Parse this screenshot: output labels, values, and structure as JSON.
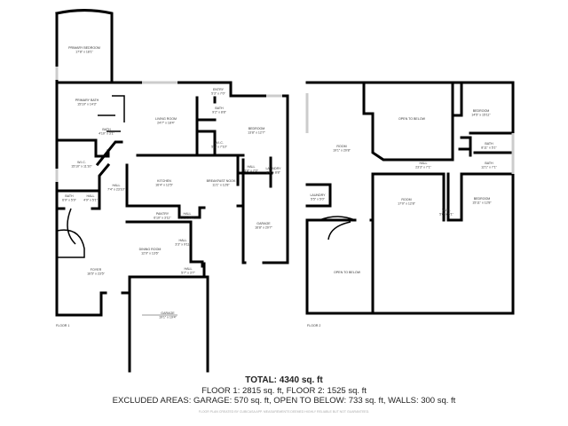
{
  "floor1": {
    "label": "FLOOR 1",
    "rooms": [
      {
        "name": "PRIMARY BEDROOM",
        "dims": "17'8\" x 18'1\""
      },
      {
        "name": "PRIMARY BATH",
        "dims": "15'10\" x 14'3\""
      },
      {
        "name": "BATH",
        "dims": "4'10\" x 3'1\""
      },
      {
        "name": "LIVING ROOM",
        "dims": "24'7\" x 18'4\""
      },
      {
        "name": "ENTRY",
        "dims": "5'3\" x 7'0\""
      },
      {
        "name": "BATH",
        "dims": "9'2\" x 8'8\""
      },
      {
        "name": "BEDROOM",
        "dims": "13'8\" x 12'7\""
      },
      {
        "name": "W.I.C.",
        "dims": "5'2\" x 7'10\""
      },
      {
        "name": "W.I.C.",
        "dims": "15'10\" x 11'10\""
      },
      {
        "name": "HALL",
        "dims": "7'4\" x 23'10\""
      },
      {
        "name": "KITCHEN",
        "dims": "16'4\" x 12'5\""
      },
      {
        "name": "BREAKFAST NOOK",
        "dims": "11'1\" x 12'8\""
      },
      {
        "name": "HALL",
        "dims": "3'8\" x 7'0\""
      },
      {
        "name": "LAUNDRY",
        "dims": "8'4\" x 8'8\""
      },
      {
        "name": "BATH",
        "dims": "6'9\" x 5'9\""
      },
      {
        "name": "HALL",
        "dims": "4'9\" x 5'1\""
      },
      {
        "name": "PANTRY",
        "dims": "6'10\" x 3'11\""
      },
      {
        "name": "HALL",
        "dims": "5'1\" x 3'11\""
      },
      {
        "name": "GARAGE",
        "dims": "16'8\" x 20'7\""
      },
      {
        "name": "HALL",
        "dims": "3'3\" x 9'11\""
      },
      {
        "name": "DINING ROOM",
        "dims": "12'0\" x 13'6\""
      },
      {
        "name": "FOYER",
        "dims": "16'5\" x 23'5\""
      },
      {
        "name": "HALL",
        "dims": "5'7\" x 3'7\""
      },
      {
        "name": "GARAGE",
        "dims": "19'1\" x 19'4\""
      }
    ]
  },
  "floor2": {
    "label": "FLOOR 2",
    "rooms": [
      {
        "name": "OPEN TO BELOW",
        "dims": ""
      },
      {
        "name": "BEDROOM",
        "dims": "14'5\" x 15'11\""
      },
      {
        "name": "ROOM",
        "dims": "19'1\" x 20'8\""
      },
      {
        "name": "BATH",
        "dims": "8'11\" x 5'1\""
      },
      {
        "name": "BATH",
        "dims": "12'1\" x 7'1\""
      },
      {
        "name": "HALL",
        "dims": "23'3\" x 7'1\""
      },
      {
        "name": "LAUNDRY",
        "dims": "5'5\" x 5'0\""
      },
      {
        "name": "ROOM",
        "dims": "17'0\" x 12'8\""
      },
      {
        "name": "W.I.C.",
        "dims": "5'6\" x 6'1\""
      },
      {
        "name": "BEDROOM",
        "dims": "15'11\" x 12'8\""
      },
      {
        "name": "OPEN TO BELOW",
        "dims": ""
      }
    ]
  },
  "summary": {
    "total": "TOTAL: 4340 sq. ft",
    "floors": "FLOOR 1: 2815 sq. ft, FLOOR 2: 1525 sq. ft",
    "excluded": "EXCLUDED AREAS: GARAGE: 570 sq. ft, OPEN TO BELOW: 733 sq. ft, WALLS: 300 sq. ft",
    "credit": "FLOOR PLAN CREATED BY CUBICASA APP. MEASUREMENTS DEEMED HIGHLY RELIABLE BUT NOT GUARANTEED."
  }
}
